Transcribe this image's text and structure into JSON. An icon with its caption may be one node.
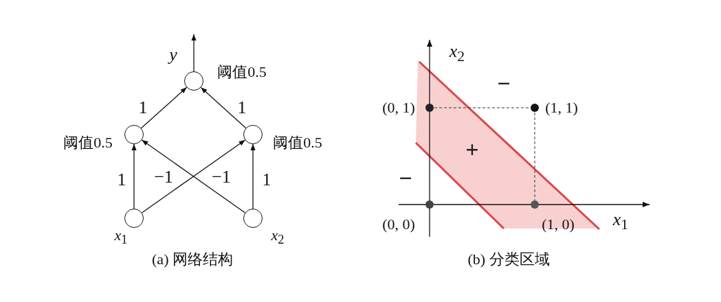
{
  "diagram": {
    "nodes": [
      {
        "text": [],
        "shape": "circle",
        "beside": [
          "阈值0.5"
        ]
      },
      {
        "text": [],
        "shape": "circle",
        "beside": [
          "阈值0.5"
        ]
      },
      {
        "text": [],
        "shape": "circle",
        "beside": [
          "阈值0.5"
        ]
      },
      {
        "text": [],
        "shape": "circle",
        "beside": [
          "*x*$_{1}$"
        ]
      },
      {
        "text": [],
        "shape": "circle",
        "beside": [
          "*x*$_{2}$"
        ]
      }
    ],
    "edges": [
      {
        "from": 0,
        "to": null,
        "arrow": "to",
        "label": "y"
      },
      {
        "from": 1,
        "to": 0,
        "arrow": "to",
        "label": "1"
      },
      {
        "from": 2,
        "to": 0,
        "arrow": "to",
        "label": "1"
      },
      {
        "from": 3,
        "to": 1,
        "arrow": "to",
        "label": "1"
      },
      {
        "from": 3,
        "to": 2,
        "arrow": "to",
        "label": "−1"
      },
      {
        "from": 4,
        "to": 1,
        "arrow": "to",
        "label": "−1"
      },
      {
        "from": 4,
        "to": 2,
        "arrow": "to",
        "label": "1"
      }
    ],
    "labels": [
      "*x*$_{2}$",
      "−",
      "(0, 1)",
      "(1, 1)",
      "+",
      "−",
      "(0, 0)",
      "(1, 0)",
      "*x*$_{1}$",
      "(a) 网络结构",
      "(b) 分类区域"
    ]
  }
}
